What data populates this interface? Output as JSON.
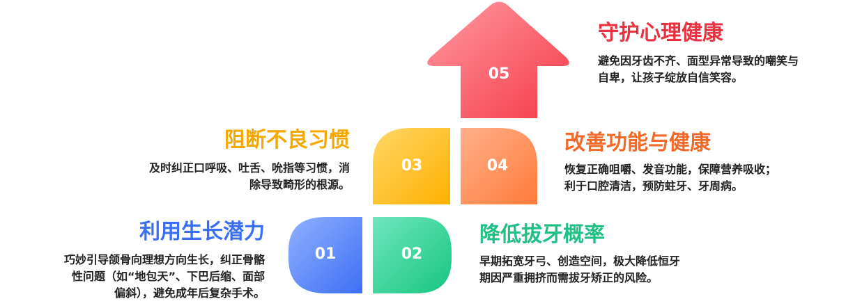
{
  "colors": {
    "step1": "#5b8bff",
    "step2": "#2ed49a",
    "step3": "#ffbf1f",
    "step4": "#ff8a4a",
    "step5": "#ff4f5e",
    "title1": "#3a6ef5",
    "title2": "#1fbf86",
    "title3": "#f5a800",
    "title4": "#f26a2a",
    "title5": "#e8323f"
  },
  "steps": [
    {
      "num": "01",
      "title": "利用生长潜力",
      "lines": [
        "巧妙引导颌骨向理想方向生长，纠正骨骼",
        "性问题（如“地包天”、下巴后缩、面部",
        "偏斜），避免成年后复杂手术。"
      ]
    },
    {
      "num": "02",
      "title": "降低拔牙概率",
      "lines": [
        "早期拓宽牙弓、创造空间，极大降低恒牙",
        "期因严重拥挤而需拔牙矫正的风险。"
      ]
    },
    {
      "num": "03",
      "title": "阻断不良习惯",
      "lines": [
        "及时纠正口呼吸、吐舌、吮指等习惯，消",
        "除导致畸形的根源。"
      ]
    },
    {
      "num": "04",
      "title": "改善功能与健康",
      "lines": [
        "恢复正确咀嚼、发音功能，保障营养吸收；",
        "利于口腔清洁，预防蛀牙、牙周病。"
      ]
    },
    {
      "num": "05",
      "title": "守护心理健康",
      "lines": [
        "避免因牙齿不齐、面型异常导致的嘲笑与",
        "自卑，让孩子绽放自信笑容。"
      ]
    }
  ]
}
